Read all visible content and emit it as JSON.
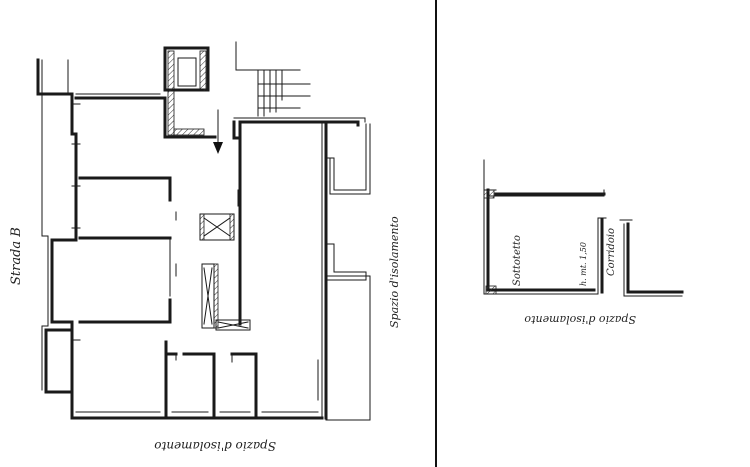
{
  "left_plan": {
    "street_label": "Strada B",
    "bottom_label": "Spazio d'isolamento",
    "right_label": "Spazio d'isolamento"
  },
  "right_plan": {
    "room_label": "Sottotetto",
    "height_label": "h. mt. 1,50",
    "corridor_label": "Corridoio",
    "bottom_label": "Spazio d'isolamento"
  }
}
